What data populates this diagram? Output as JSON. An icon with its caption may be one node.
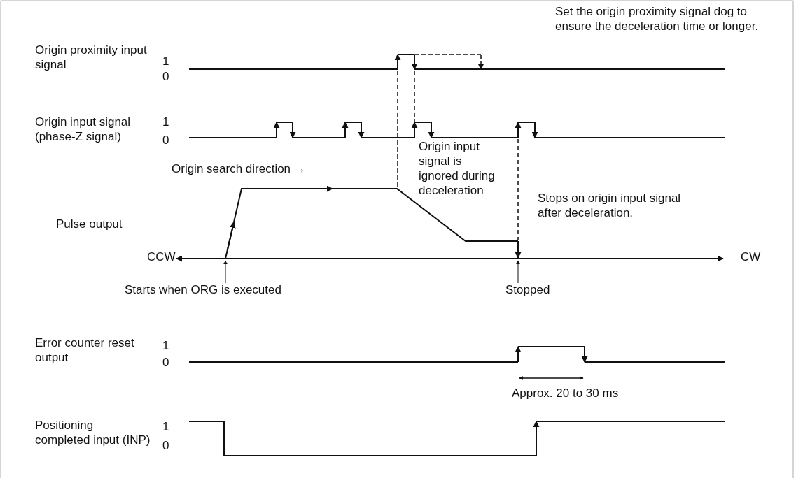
{
  "diagram": {
    "nodes": [
      {
        "text": [
          "Starts when ORG is executed"
        ]
      },
      {
        "text": [
          "Stopped"
        ]
      },
      {
        "text": [],
        "shape": "line"
      }
    ],
    "edges": [
      {
        "from": 0,
        "to": 2,
        "arrow": "to"
      },
      {
        "from": 1,
        "to": 2,
        "arrow": "to"
      }
    ],
    "labels": [
      "Set the origin proximity signal dog to ensure the deceleration time or longer.",
      "Origin proximity input signal",
      "1",
      "0",
      "Origin input signal (phase-Z signal)",
      "1",
      "0",
      "Origin search direction →",
      "Origin input signal is ignored during deceleration",
      "Stops on origin input signal after deceleration.",
      "Pulse output",
      "CCW",
      "CW",
      "Error counter reset output",
      "1",
      "0",
      "Approx. 20 to 30 ms",
      "Positioning completed input (INP)",
      "1",
      "0"
    ]
  }
}
